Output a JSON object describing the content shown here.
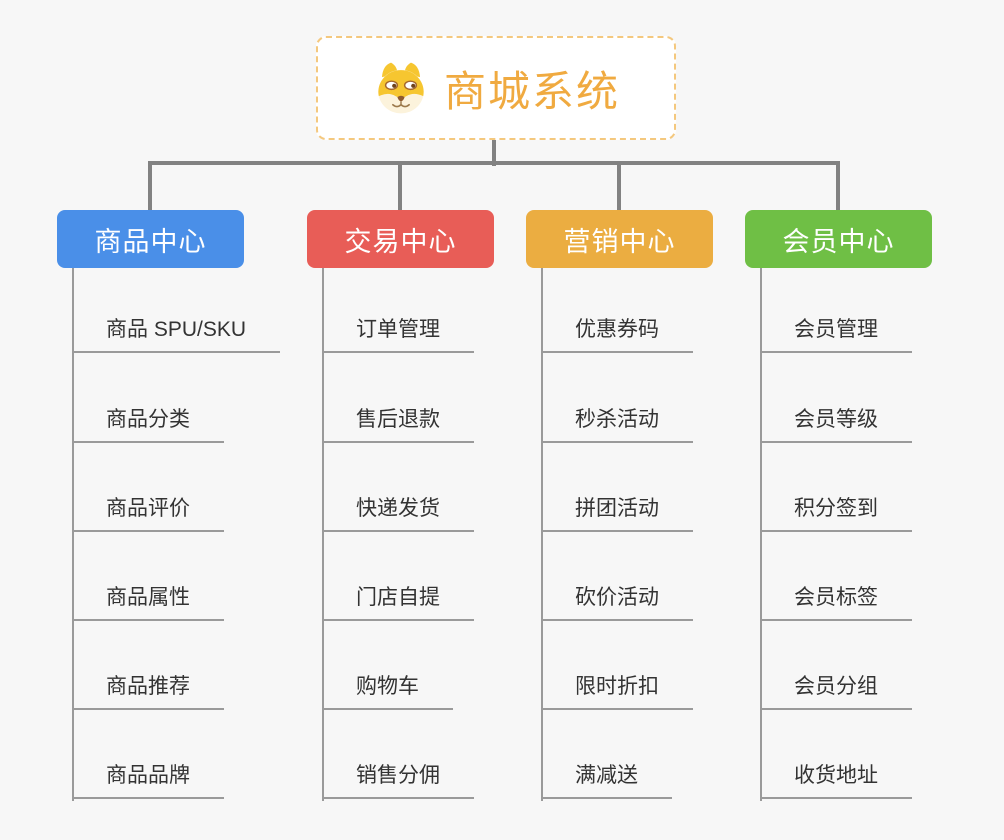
{
  "root": {
    "title": "商城系统",
    "icon": "dog-face-icon",
    "title_color": "#F0AA40",
    "border_color": "#F4C87E"
  },
  "branches": [
    {
      "label": "商品中心",
      "color": "#4A8FE8",
      "items": [
        "商品 SPU/SKU",
        "商品分类",
        "商品评价",
        "商品属性",
        "商品推荐",
        "商品品牌"
      ]
    },
    {
      "label": "交易中心",
      "color": "#E85D57",
      "items": [
        "订单管理",
        "售后退款",
        "快递发货",
        "门店自提",
        "购物车",
        "销售分佣"
      ]
    },
    {
      "label": "营销中心",
      "color": "#EBAD41",
      "items": [
        "优惠券码",
        "秒杀活动",
        "拼团活动",
        "砍价活动",
        "限时折扣",
        "满减送"
      ]
    },
    {
      "label": "会员中心",
      "color": "#6FBF45",
      "items": [
        "会员管理",
        "会员等级",
        "积分签到",
        "会员标签",
        "会员分组",
        "收货地址"
      ]
    }
  ],
  "palette": {
    "page_background": "#F7F7F7",
    "connector_color": "#828282",
    "sub_line_color": "#9A9A9A",
    "item_text_color": "#333333"
  }
}
